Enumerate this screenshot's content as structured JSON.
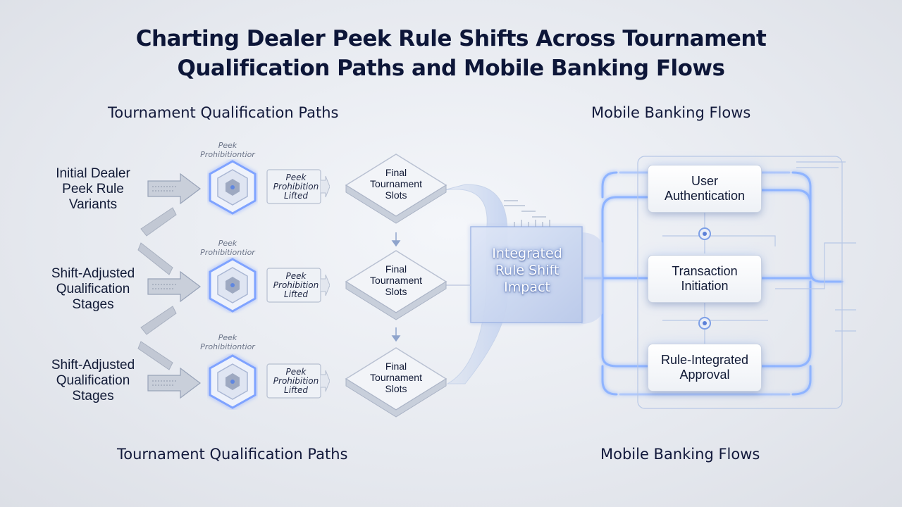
{
  "title": {
    "line1": "Charting Dealer Peek Rule Shifts Across Tournament",
    "line2": "Qualification Paths and Mobile Banking Flows"
  },
  "left_header_top": "Tournament Qualification Paths",
  "left_header_bottom": "Tournament Qualification Paths",
  "right_header_top": "Mobile Banking Flows",
  "right_header_bottom": "Mobile Banking Flows",
  "rows": [
    {
      "stage": [
        "Initial Dealer",
        "Peek Rule",
        "Variants"
      ],
      "prohibition": [
        "Peek",
        "Prohibitiontior"
      ],
      "lift": [
        "Peek",
        "Prohibition",
        "Lifted"
      ],
      "slots": [
        "Final",
        "Tournament",
        "Slots"
      ]
    },
    {
      "stage": [
        "Shift-Adjusted",
        "Qualification",
        "Stages"
      ],
      "prohibition": [
        "Peek",
        "Prohibitiontior"
      ],
      "lift": [
        "Peek",
        "Prohibition",
        "Lifted"
      ],
      "slots": [
        "Final",
        "Tournament",
        "Slots"
      ]
    },
    {
      "stage": [
        "Shift-Adjusted",
        "Qualification",
        "Stages"
      ],
      "prohibition": [
        "Peek",
        "Prohibitiontior"
      ],
      "lift": [
        "Peek",
        "Prohibition",
        "Lifted"
      ],
      "slots": [
        "Final",
        "Tournament",
        "Slots"
      ]
    }
  ],
  "center": [
    "Integrated",
    "Rule Shift",
    "Impact"
  ],
  "banking": [
    [
      "User",
      "Authentication"
    ],
    [
      "Transaction",
      "Initiation"
    ],
    [
      "Rule-Integrated",
      "Approval"
    ]
  ],
  "colors": {
    "title": "#0d1638",
    "glow": "#7fa8ff",
    "line": "#a9c3f5",
    "text": "#111a36"
  }
}
